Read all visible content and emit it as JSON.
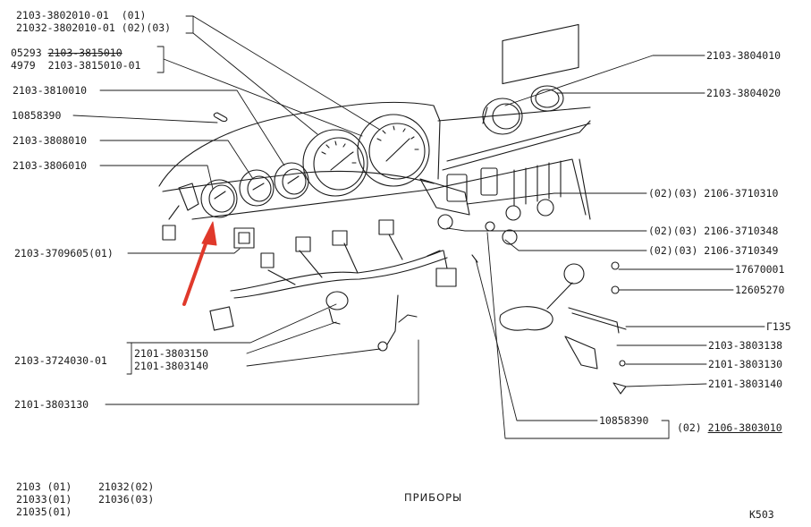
{
  "header": {
    "l1_a": "2103-3802010-01",
    "l1_b": "(01)",
    "l2_a": "21032-3802010-01",
    "l2_b": "(02)(03)",
    "l3_a": "05293",
    "l3_b": "2103-3815010",
    "l4_a": "4979",
    "l4_b": "2103-3815010-01"
  },
  "left": {
    "p3810010": "2103-3810010",
    "p10858390": "10858390",
    "p3808010": "2103-3808010",
    "p3806010": "2103-3806010",
    "p3709605": "2103-3709605(01)",
    "p3724030": "2103-3724030-01",
    "p3803150": "2101-3803150",
    "p3803140": "2101-3803140",
    "p3803130": "2101-3803130"
  },
  "right": {
    "p3804010": "2103-3804010",
    "p3804020": "2103-3804020",
    "p3710310": "(02)(03) 2106-3710310",
    "p3710348": "(02)(03) 2106-3710348",
    "p3710349": "(02)(03) 2106-3710349",
    "p17670001": "17670001",
    "p12605270": "12605270",
    "pG135": "Г135",
    "p3803138": "2103-3803138",
    "p3803130b": "2101-3803130",
    "p3803140b": "2101-3803140",
    "p10858390b": "10858390",
    "p3803010_a": "(02)",
    "p3803010_b": "2106-3803010"
  },
  "footer": {
    "m1": "2103  (01)",
    "m2": "21033(01)",
    "m3": "21035(01)",
    "m4": "21032(02)",
    "m5": "21036(03)",
    "title": "ПРИБОРЫ",
    "code": "К503"
  },
  "colors": {
    "ink": "#1a1a1a",
    "arrow": "#e0392b"
  }
}
